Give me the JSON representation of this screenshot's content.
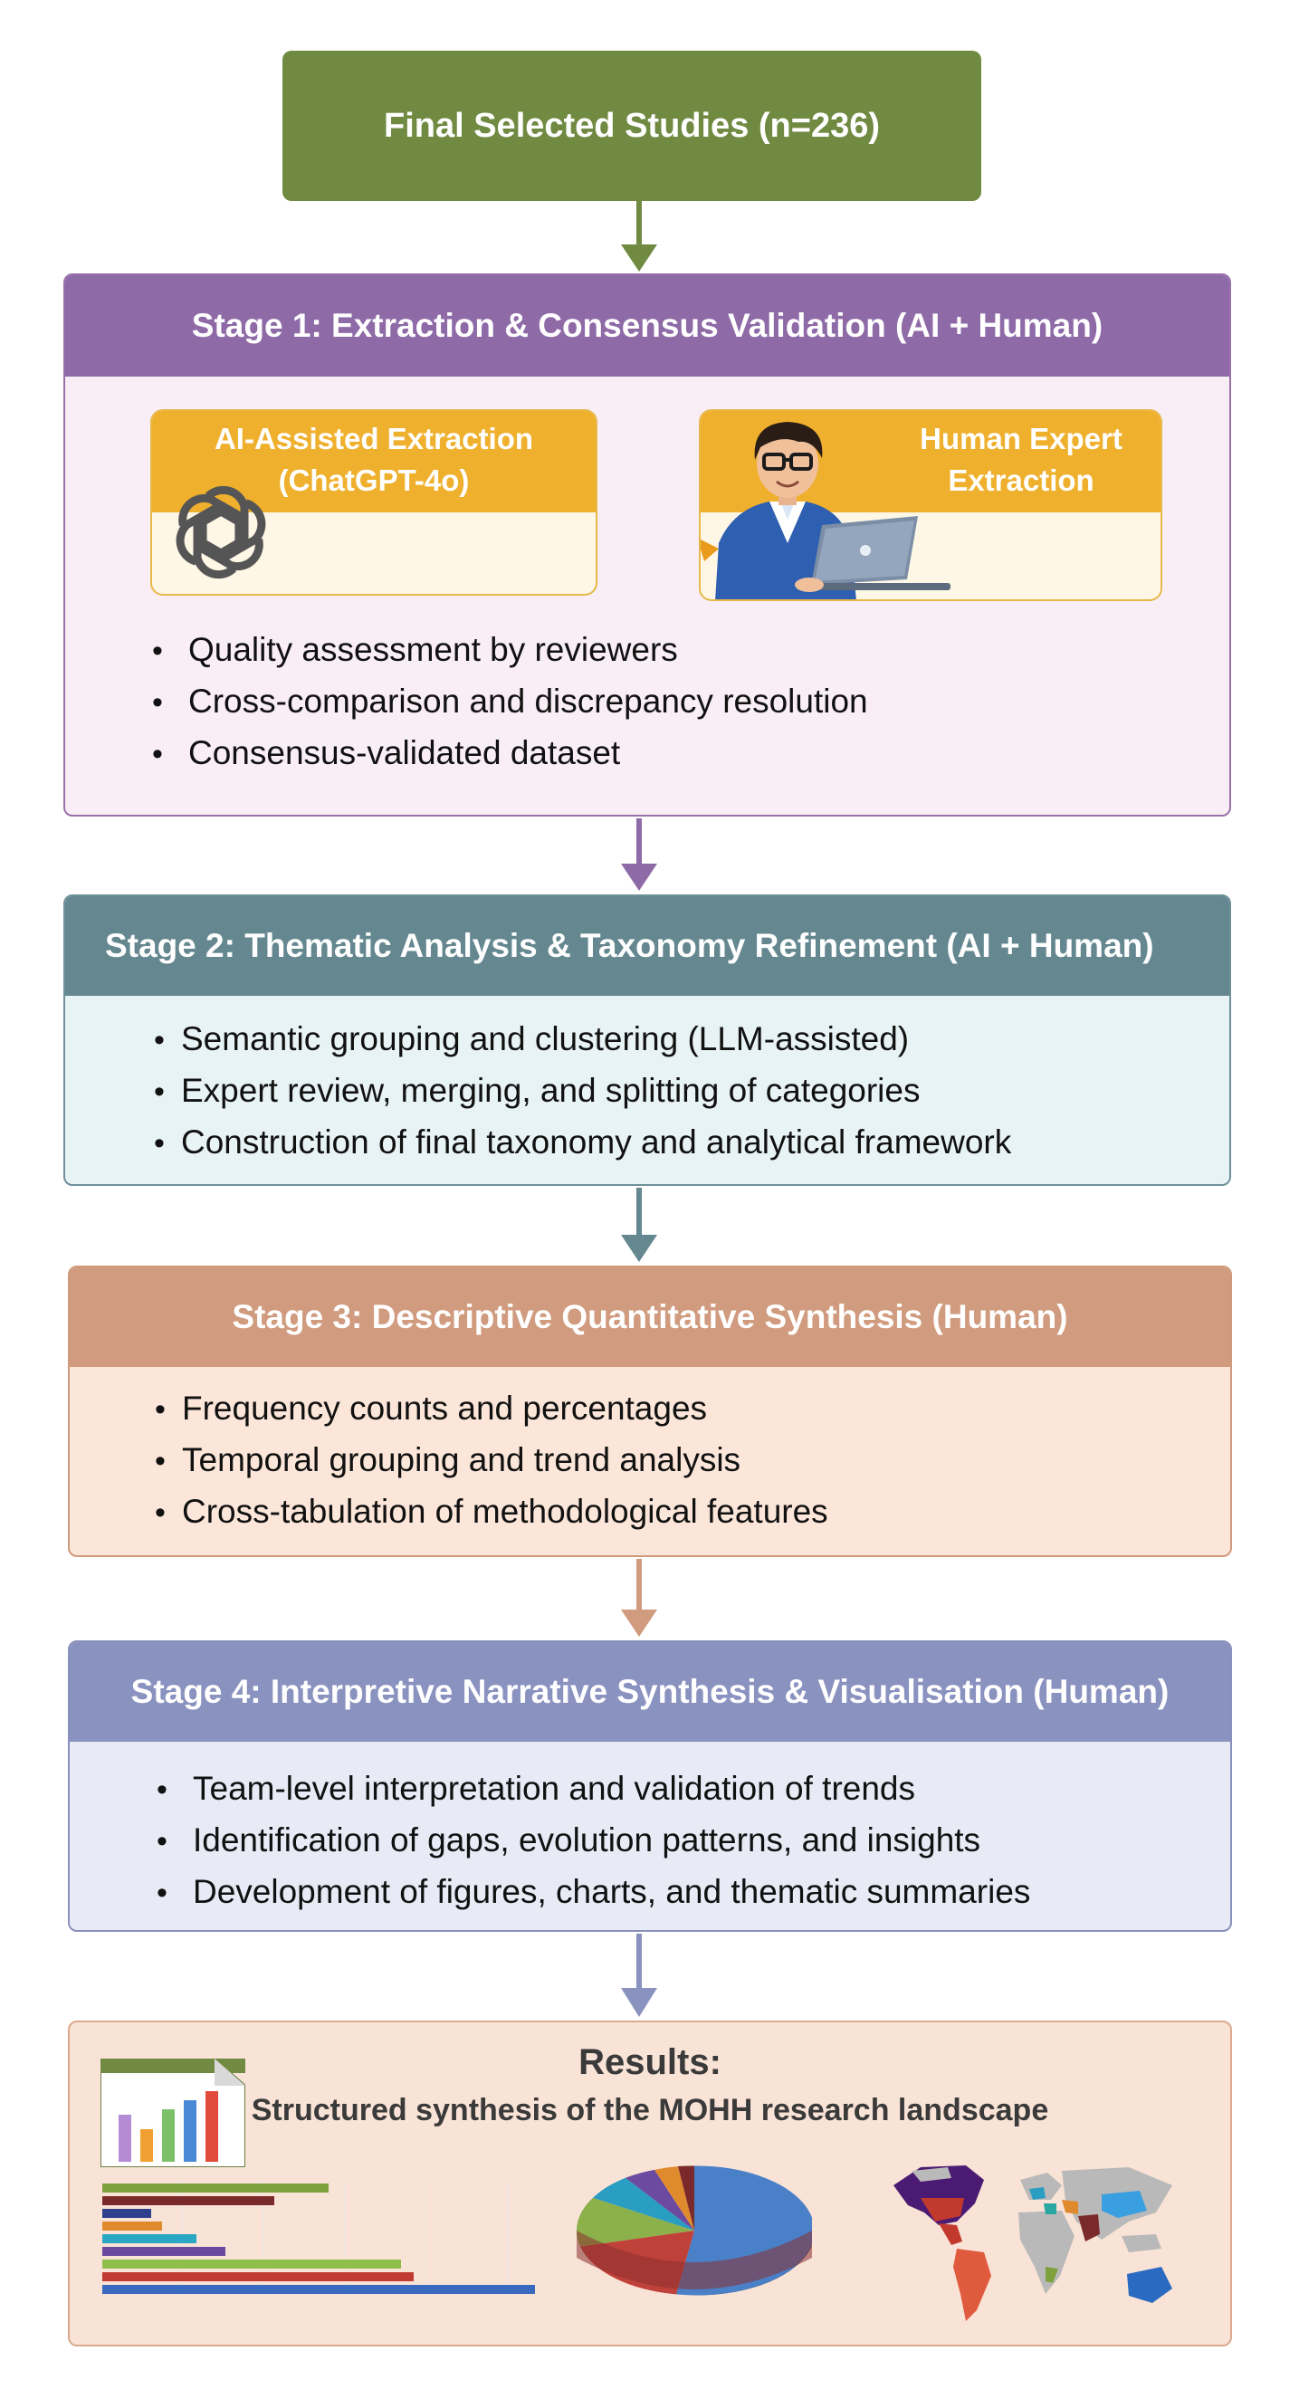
{
  "top_box": {
    "label": "Final Selected Studies (n=236)"
  },
  "stage1": {
    "title": "Stage 1: Extraction & Consensus Validation (AI + Human)",
    "ai_card": {
      "line1": "AI-Assisted Extraction",
      "line2": "(ChatGPT-4o)"
    },
    "human_card": {
      "line1": "Human Expert",
      "line2": "Extraction"
    },
    "bullets": [
      "Quality assessment by reviewers",
      "Cross-comparison and discrepancy resolution",
      "Consensus-validated dataset"
    ]
  },
  "stage2": {
    "title": "Stage 2: Thematic Analysis & Taxonomy Refinement (AI + Human)",
    "bullets": [
      "Semantic grouping and clustering (LLM-assisted)",
      "Expert review, merging, and splitting of categories",
      "Construction of final taxonomy and analytical framework"
    ]
  },
  "stage3": {
    "title": "Stage 3: Descriptive Quantitative Synthesis (Human)",
    "bullets": [
      "Frequency counts and percentages",
      "Temporal grouping and trend analysis",
      "Cross-tabulation of methodological features"
    ]
  },
  "stage4": {
    "title": "Stage 4: Interpretive Narrative Synthesis & Visualisation (Human)",
    "bullets": [
      "Team-level interpretation and validation of trends",
      "Identification of gaps, evolution patterns, and insights",
      "Development of figures, charts, and thematic summaries"
    ]
  },
  "results": {
    "title": "Results:",
    "subtitle": "Structured synthesis of the MOHH research landscape"
  },
  "colors": {
    "top": "#718a42",
    "stage1": "#8e6aa7",
    "stage2": "#648790",
    "stage3": "#d09b7e",
    "stage4": "#8a92bf"
  },
  "icons": [
    "openai-logo-icon",
    "person-laptop-illustration",
    "bar-chart-icon",
    "horizontal-bar-chart-thumbnail",
    "pie-chart-thumbnail",
    "world-map-thumbnail"
  ]
}
